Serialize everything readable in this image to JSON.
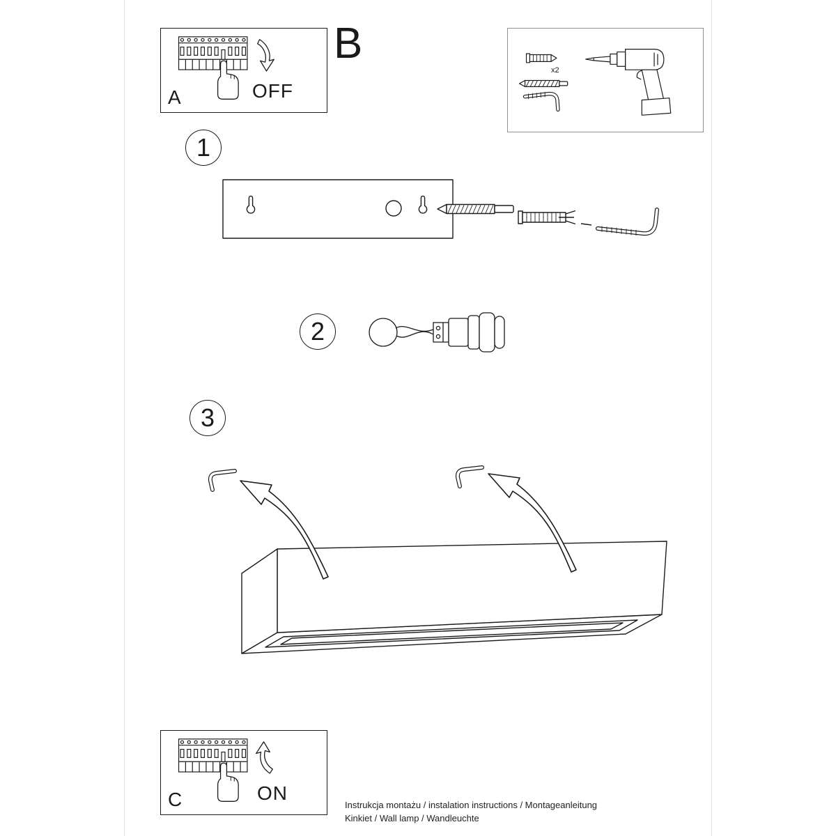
{
  "document": {
    "footer_line1": "Instrukcja montażu / instalation instructions / Montageanleitung",
    "footer_line2": "Kinkiet / Wall lamp / Wandleuchte"
  },
  "sections": {
    "power_off": {
      "label": "A",
      "state": "OFF"
    },
    "tools": {
      "label": "B",
      "plug_quantity": "x2"
    },
    "power_on": {
      "label": "C",
      "state": "ON"
    }
  },
  "steps": [
    {
      "number": "1"
    },
    {
      "number": "2"
    },
    {
      "number": "3"
    }
  ],
  "colors": {
    "background": "#ffffff",
    "line": "#1a1a1a",
    "tools_border": "#909090",
    "page_edge": "#e3e3e3"
  },
  "icons": {
    "power_boxes": [
      "circuit-breaker-panel-icon",
      "hand-press-icon",
      "curved-arrow-down-icon",
      "curved-arrow-up-icon"
    ],
    "tools_box": [
      "wall-plug-icon",
      "screw-icon",
      "hook-screw-icon",
      "drill-icon"
    ],
    "step_1": [
      "mounting-plate-icon",
      "keyhole-slot-icon",
      "screw-icon",
      "wall-anchor-icon",
      "hook-screw-icon"
    ],
    "step_2": [
      "wire-loop-icon",
      "lamp-socket-icon"
    ],
    "step_3": [
      "hook-screw-icon",
      "curved-arrow-icon",
      "wall-lamp-icon"
    ]
  }
}
